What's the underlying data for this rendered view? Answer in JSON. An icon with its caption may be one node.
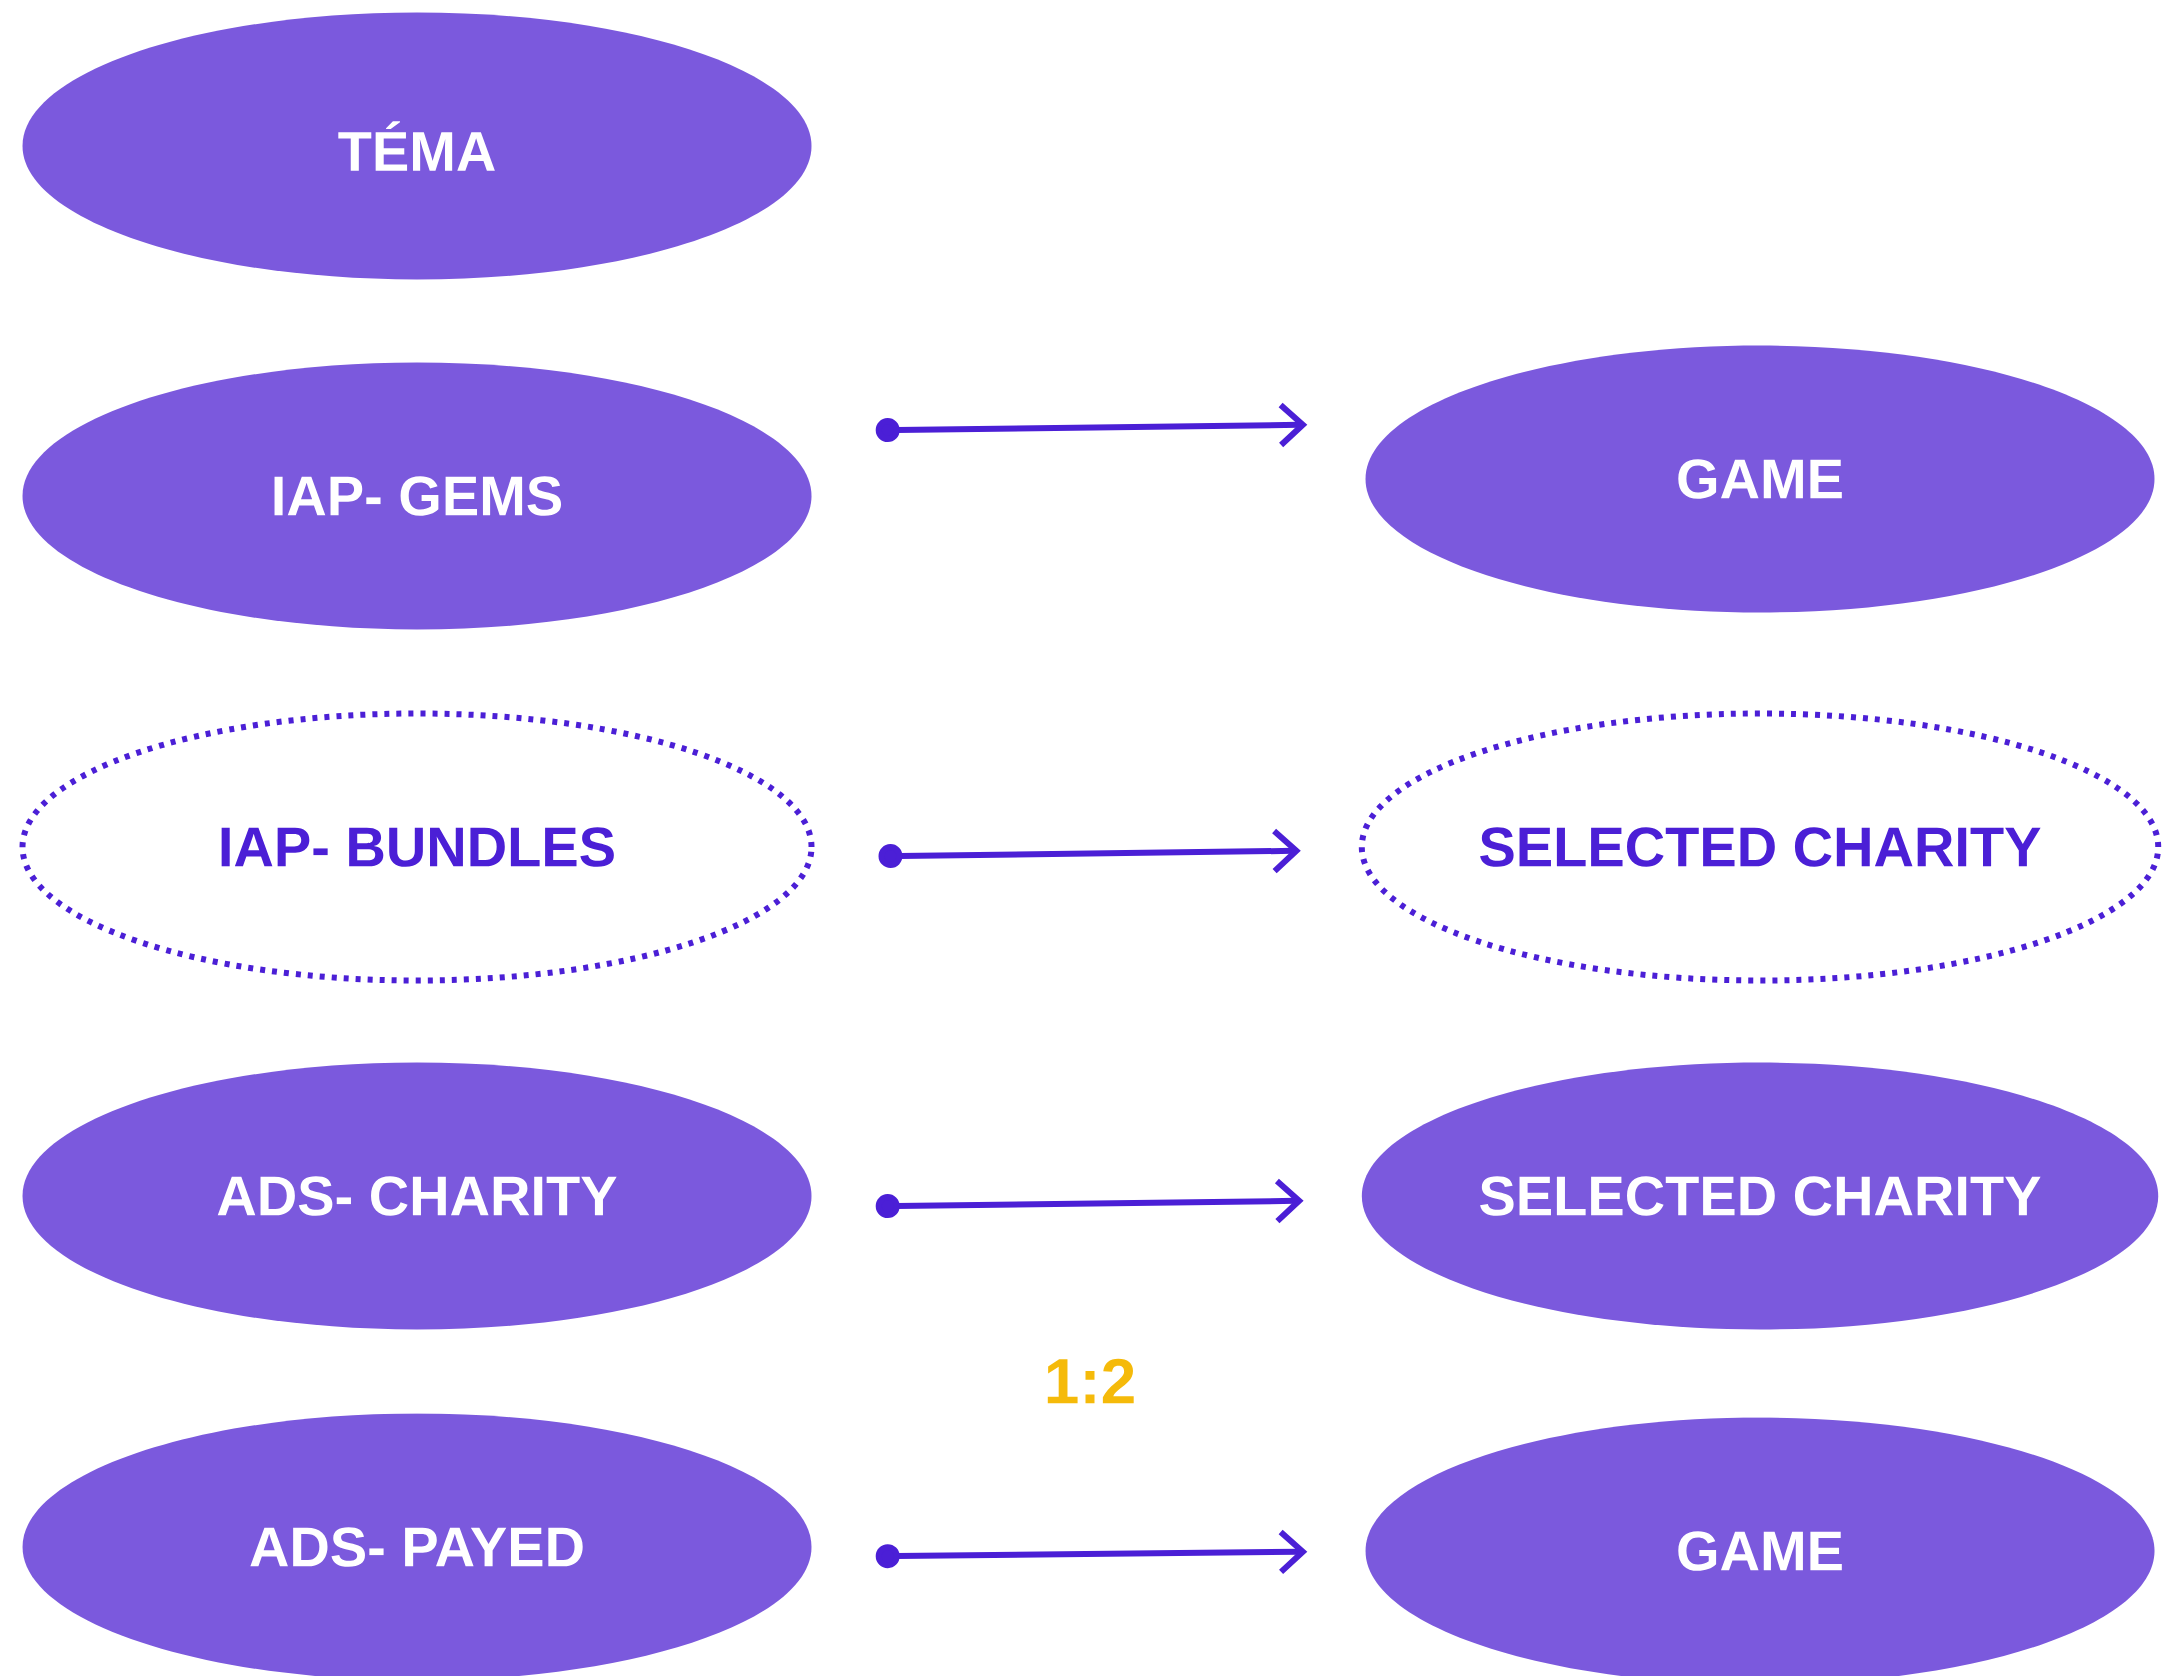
{
  "diagram": {
    "nodes": [
      {
        "text": [
          "TÉMA"
        ]
      },
      {
        "text": [
          "IAP- GEMS"
        ]
      },
      {
        "text": [
          "GAME"
        ]
      },
      {
        "text": [
          "IAP- BUNDLES"
        ]
      },
      {
        "text": [
          "SELECTED CHARITY"
        ]
      },
      {
        "text": [
          "ADS- CHARITY"
        ]
      },
      {
        "text": [
          "SELECTED CHARITY"
        ]
      },
      {
        "text": [
          "ADS- PAYED"
        ]
      },
      {
        "text": [
          "GAME"
        ]
      }
    ],
    "edges": [
      {
        "from": 1,
        "to": 2,
        "arrow": "to"
      },
      {
        "from": 3,
        "to": 4,
        "arrow": "to"
      },
      {
        "from": 5,
        "to": 6,
        "arrow": "to"
      },
      {
        "from": 7,
        "to": 8,
        "arrow": "to"
      }
    ],
    "labels": [
      "1:2"
    ]
  }
}
